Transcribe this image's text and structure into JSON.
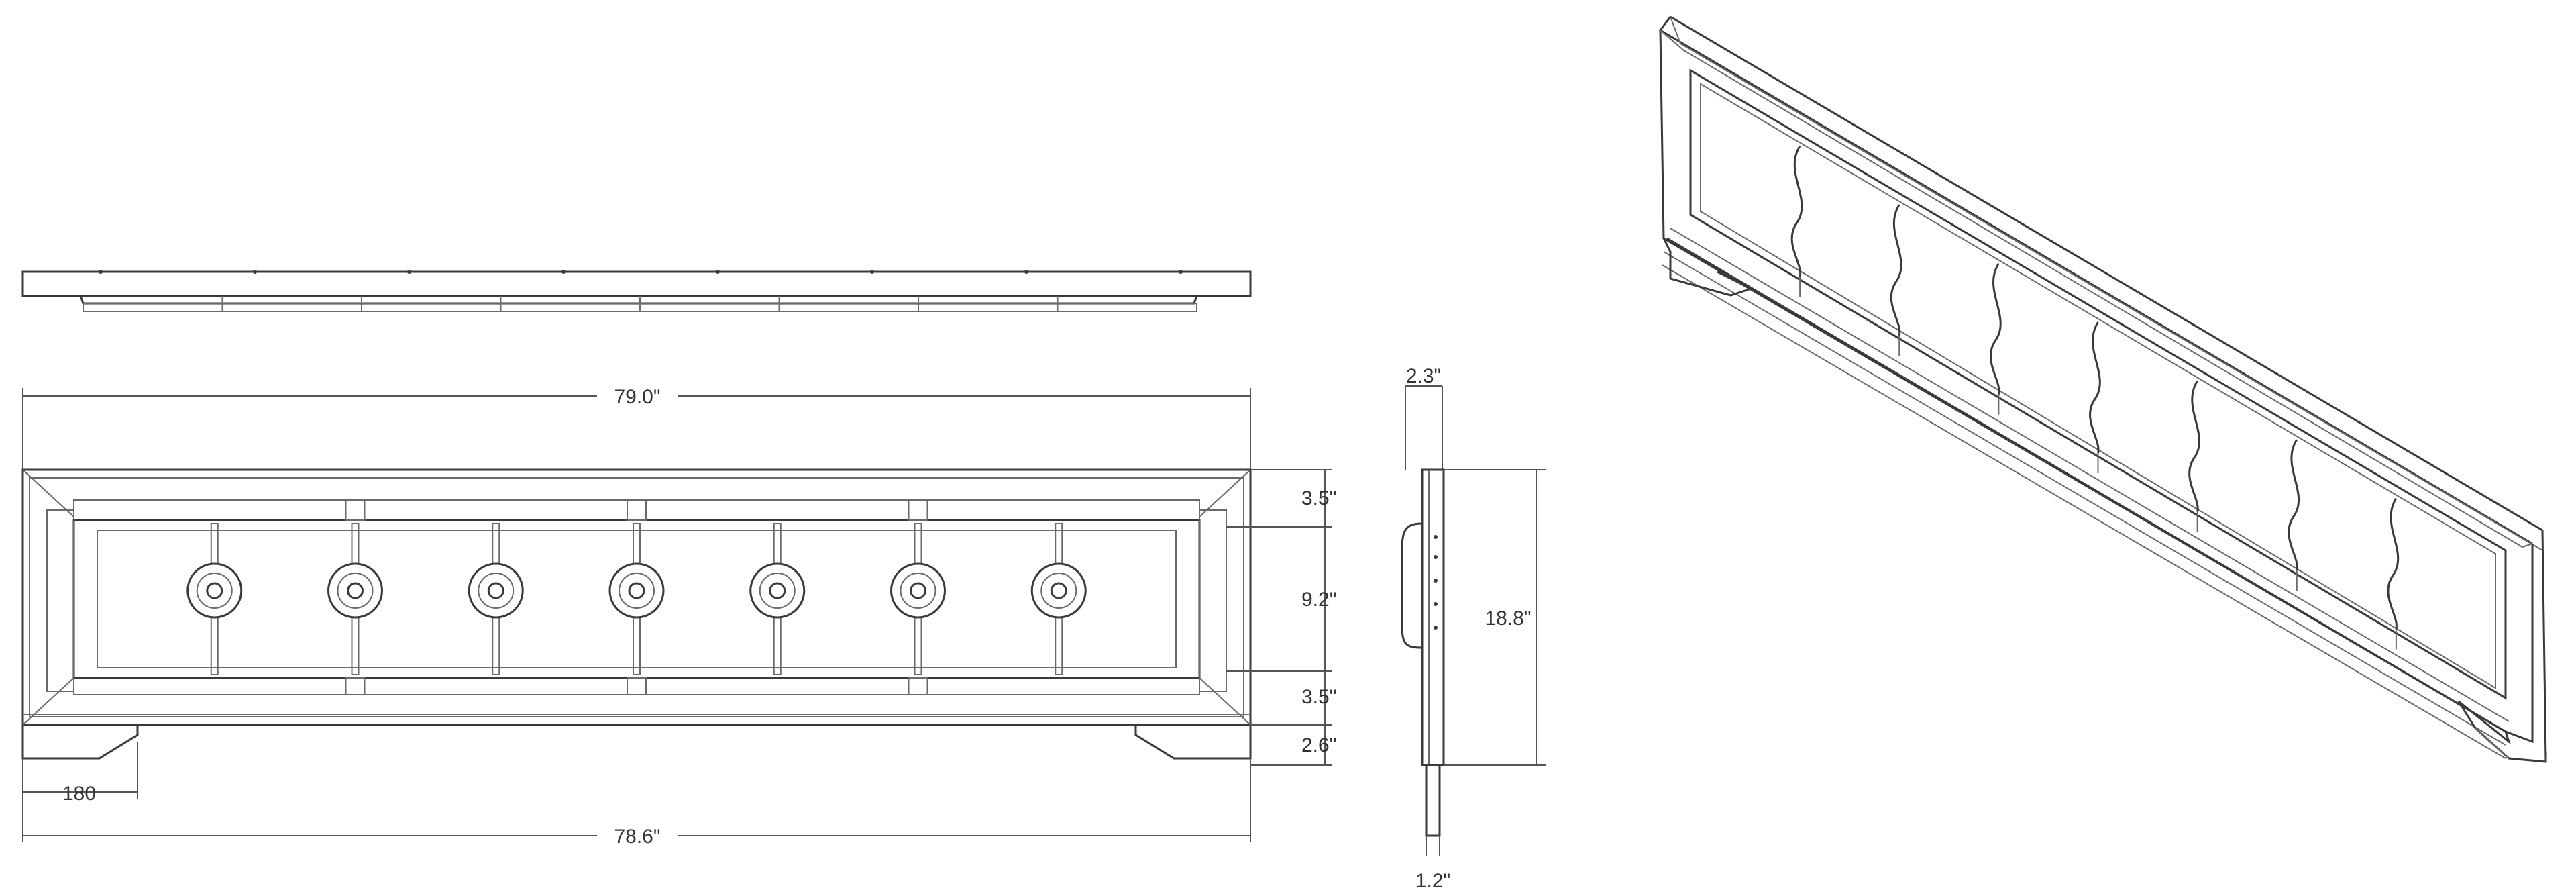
{
  "dimensions": {
    "overall_width_top": "79.0\"",
    "base_width": "78.6\"",
    "foot_width": "180",
    "rail_top": "3.5\"",
    "center_panel": "9.2\"",
    "rail_bottom": "3.5\"",
    "leg_height": "2.6\"",
    "total_height": "18.8\"",
    "depth_top": "2.3\"",
    "depth_bottom": "1.2\""
  },
  "knob_count": 7,
  "cushion_count": 8
}
